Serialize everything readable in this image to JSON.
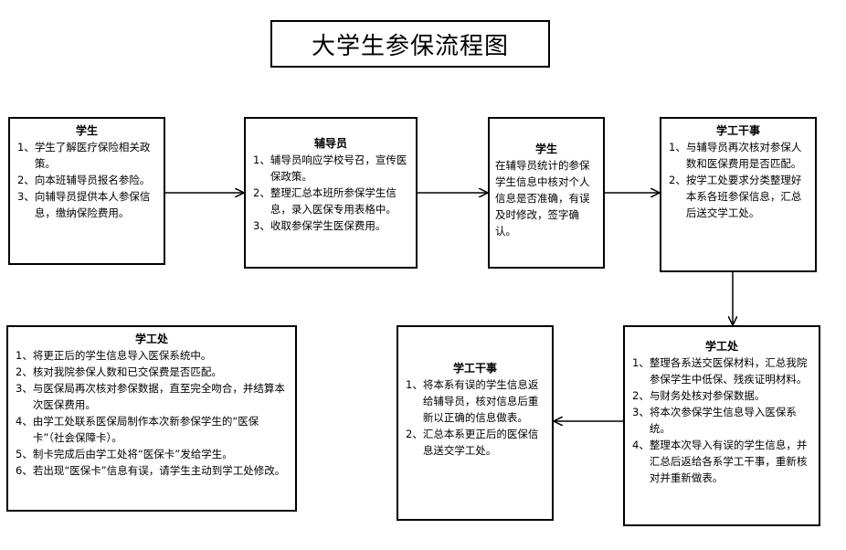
{
  "title": "大学生参保流程图",
  "boxes": {
    "b1": {
      "heading": "学生",
      "items": [
        {
          "num": "1、",
          "text": "学生了解医疗保险相关政策。"
        },
        {
          "num": "2、",
          "text": "向本班辅导员报名参险。"
        },
        {
          "num": "3、",
          "text": "向辅导员提供本人参保信息，缴纳保险费用。"
        }
      ]
    },
    "b2": {
      "heading": "辅导员",
      "items": [
        {
          "num": "1、",
          "text": "辅导员响应学校号召，宣传医保政策。"
        },
        {
          "num": "2、",
          "text": "整理汇总本班所参保学生信息，录入医保专用表格中。"
        },
        {
          "num": "3、",
          "text": "收取参保学生医保费用。"
        }
      ]
    },
    "b3": {
      "heading": "学生",
      "text": "在辅导员统计的参保学生信息中核对个人信息是否准确，有误及时修改，签字确认。"
    },
    "b4": {
      "heading": "学工干事",
      "items": [
        {
          "num": "1、",
          "text": "与辅导员再次核对参保人数和医保费用是否匹配。"
        },
        {
          "num": "2、",
          "text": "按学工处要求分类整理好本系各班参保信息，汇总后送交学工处。"
        }
      ]
    },
    "b5": {
      "heading": "学工处",
      "items": [
        {
          "num": "1、",
          "text": "整理各系送交医保材料，汇总我院参保学生中低保、残疾证明材料。"
        },
        {
          "num": "2、",
          "text": "与财务处核对参保数据。"
        },
        {
          "num": "3、",
          "text": "将本次参保学生信息导入医保系统。"
        },
        {
          "num": "4、",
          "text": "整理本次导入有误的学生信息，并汇总后返给各系学工干事，重新核对并重新做表。"
        }
      ]
    },
    "b6": {
      "heading": "学工干事",
      "items": [
        {
          "num": "1、",
          "text": "将本系有误的学生信息返给辅导员，核对信息后重新以正确的信息做表。"
        },
        {
          "num": "2、",
          "text": "汇总本系更正后的医保信息送交学工处。"
        }
      ]
    },
    "b7": {
      "heading": "学工处",
      "items": [
        {
          "num": "1、",
          "text": "将更正后的学生信息导入医保系统中。"
        },
        {
          "num": "2、",
          "text": "核对我院参保人数和已交保费是否匹配。"
        },
        {
          "num": "3、",
          "text": "与医保局再次核对参保数据，直至完全吻合，并结算本次医保费用。"
        },
        {
          "num": "4、",
          "text": "由学工处联系医保局制作本次新参保学生的“医保卡”（社会保障卡）。"
        },
        {
          "num": "5、",
          "text": "制卡完成后由学工处将“医保卡”发给学生。"
        },
        {
          "num": "6、",
          "text": "若出现“医保卡”信息有误，请学生主动到学工处修改。"
        }
      ]
    }
  }
}
